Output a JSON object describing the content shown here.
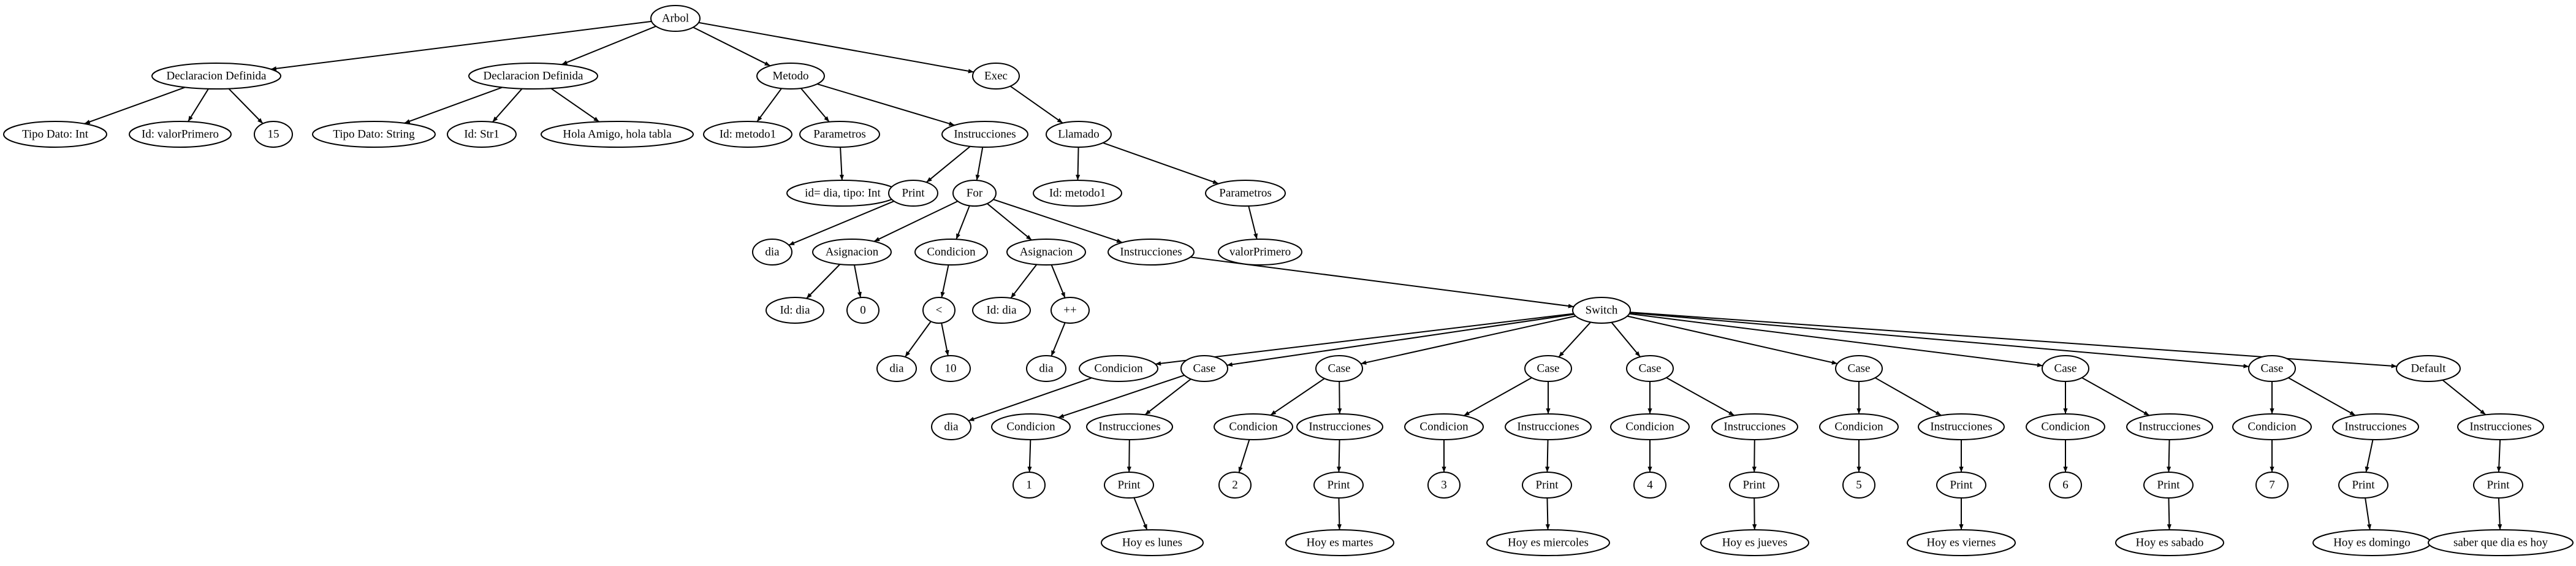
{
  "nodes": {
    "arbol": "Arbol",
    "decl1": "Declaracion Definida",
    "tipo_int": "Tipo Dato:  Int",
    "id_valor": "Id: valorPrimero",
    "lit15": "15",
    "decl2": "Declaracion Definida",
    "tipo_str": "Tipo Dato:  String",
    "id_str1": "Id: Str1",
    "hola": "Hola Amigo, hola tabla",
    "metodo": "Metodo",
    "id_metodo1": "Id: metodo1",
    "parametros": "Parametros",
    "param_dia": "id= dia, tipo: Int",
    "instr": "Instrucciones",
    "print1": "Print",
    "dia1": "dia",
    "for": "For",
    "asig1": "Asignacion",
    "id_dia1": "Id: dia",
    "zero": "0",
    "cond": "Condicion",
    "lt": "<",
    "dia2": "dia",
    "ten": "10",
    "asig2": "Asignacion",
    "id_dia2": "Id: dia",
    "inc": "++",
    "dia3": "dia",
    "instr_for": "Instrucciones",
    "switch": "Switch",
    "sw_cond": "Condicion",
    "sw_dia": "dia",
    "case1": "Case",
    "c1_cond": "Condicion",
    "c1_val": "1",
    "c1_instr": "Instrucciones",
    "c1_print": "Print",
    "c1_text": "Hoy es lunes",
    "case2": "Case",
    "c2_cond": "Condicion",
    "c2_val": "2",
    "c2_instr": "Instrucciones",
    "c2_print": "Print",
    "c2_text": "Hoy es martes",
    "case3": "Case",
    "c3_cond": "Condicion",
    "c3_val": "3",
    "c3_instr": "Instrucciones",
    "c3_print": "Print",
    "c3_text": "Hoy es miercoles",
    "case4": "Case",
    "c4_cond": "Condicion",
    "c4_val": "4",
    "c4_instr": "Instrucciones",
    "c4_print": "Print",
    "c4_text": "Hoy es jueves",
    "case5": "Case",
    "c5_cond": "Condicion",
    "c5_val": "5",
    "c5_instr": "Instrucciones",
    "c5_print": "Print",
    "c5_text": "Hoy es viernes",
    "case6": "Case",
    "c6_cond": "Condicion",
    "c6_val": "6",
    "c6_instr": "Instrucciones",
    "c6_print": "Print",
    "c6_text": "Hoy es sabado",
    "case7": "Case",
    "c7_cond": "Condicion",
    "c7_val": "7",
    "c7_instr": "Instrucciones",
    "c7_print": "Print",
    "c7_text": "Hoy es domingo",
    "default": "Default",
    "def_instr": "Instrucciones",
    "def_print": "Print",
    "def_text": "saber que dia es hoy",
    "exec": "Exec",
    "llamado": "Llamado",
    "id_metodo1b": "Id: metodo1",
    "parametros2": "Parametros",
    "valor_primero": "valorPrimero"
  }
}
